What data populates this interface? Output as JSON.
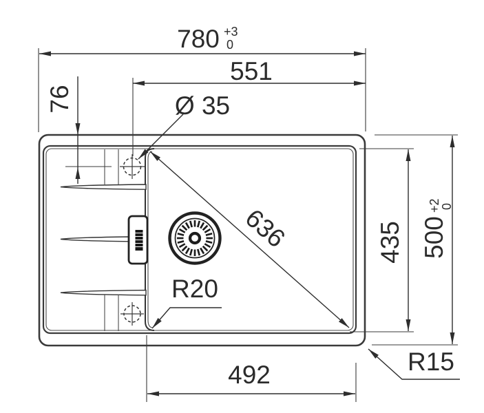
{
  "drawing": {
    "subject": "sink-top-view-dimension-drawing",
    "colors": {
      "line": "#2e2e2e",
      "outline": "#3a3a3a",
      "background": "#ffffff"
    },
    "dimensions": {
      "overall_width": {
        "value": "780",
        "tol_upper": "+3",
        "tol_lower": "0"
      },
      "tap_to_right_edge": "551",
      "edge_to_tap_center": "76",
      "tap_hole_diameter": "Ø 35",
      "bowl_diagonal": "636",
      "bowl_inner_depth": "435",
      "overall_depth": {
        "value": "500",
        "tol_upper": "+2",
        "tol_lower": "0"
      },
      "bowl_inner_width": "492",
      "bowl_corner_radius": "R20",
      "outer_corner_radius": "R15"
    }
  }
}
